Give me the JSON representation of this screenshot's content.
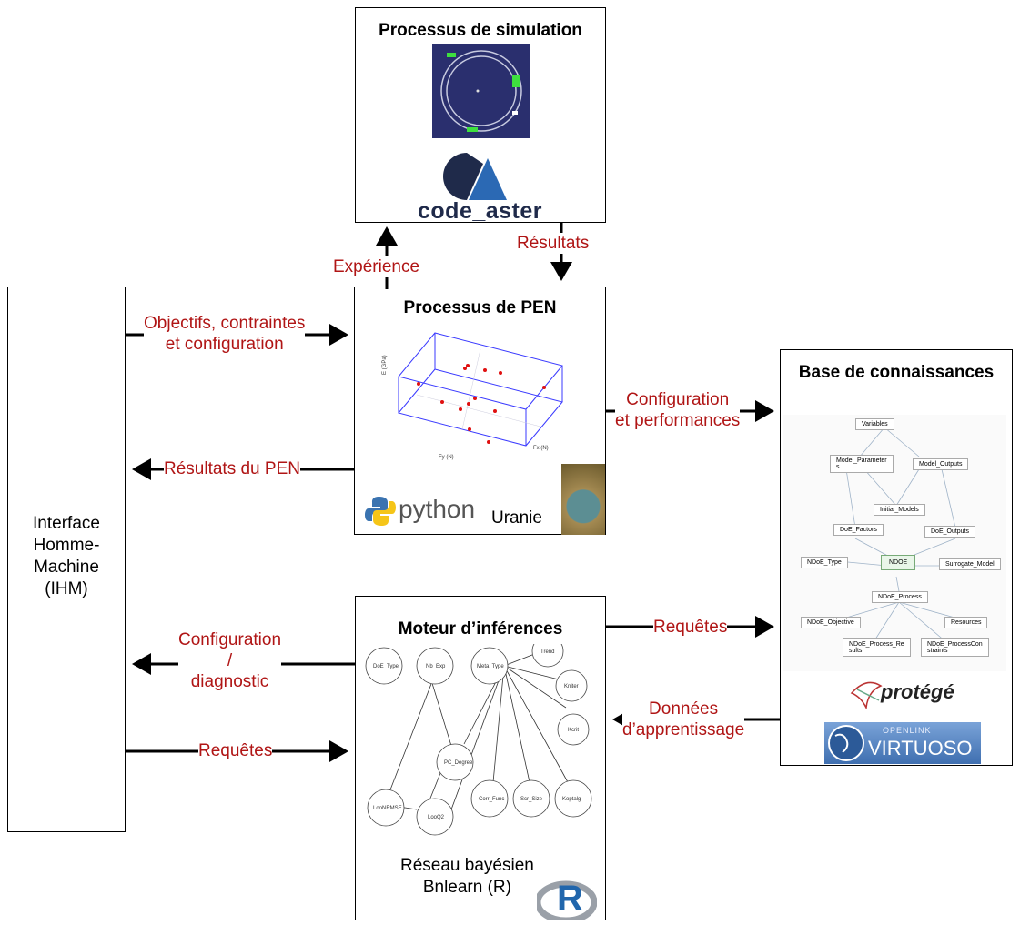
{
  "ihm": {
    "label": "Interface\nHomme-\nMachine\n(IHM)"
  },
  "simulation": {
    "title": "Processus de simulation",
    "logo": "code_aster"
  },
  "pen": {
    "title": "Processus de PEN",
    "python_logo": "python",
    "uranie": "Uranie"
  },
  "inference": {
    "title": "Moteur d’inférences",
    "caption": "Réseau bayésien\nBnlearn (R)",
    "r_logo": "R"
  },
  "kb": {
    "title": "Base de connaissances",
    "protege_logo": "protégé",
    "openlink": "OPENLINK",
    "virtuoso": "VIRTUOSO"
  },
  "arrows": {
    "experience": "Expérience",
    "resultats": "Résultats",
    "objectifs": "Objectifs, contraintes\net configuration",
    "resultats_pen": "Résultats du PEN",
    "config_perf": "Configuration\net performances",
    "config_diag": "Configuration\n/\ndiagnostic",
    "requetes_left": "Requêtes",
    "requetes_right": "Requêtes",
    "donnees": "Données\nd’apprentissage"
  },
  "ontology_nodes": [
    "Variables",
    "Model_Parameter\ns",
    "Model_Outputs",
    "Initial_Models",
    "DoE_Factors",
    "DoE_Outputs",
    "NDoE_Type",
    "NDOE",
    "Surrogate_Model",
    "NDoE_Process",
    "NDoE_Objective",
    "Resources",
    "NDoE_Process_Re\nsults",
    "NDoE_ProcessCon\nstraints"
  ],
  "bn_nodes": [
    "DoE_Type",
    "Nb_Exp",
    "Meta_Type",
    "Trend",
    "Kniter",
    "Kcrit",
    "PC_Degree",
    "Corr_Func",
    "Scr_Size",
    "Koptalg",
    "LooNRMSE",
    "LooQ2"
  ],
  "plot_axes": {
    "z": "E (GPa)",
    "x": "Fy (N)",
    "y": "Fx (N)"
  },
  "colors": {
    "label_red": "#b01515",
    "aster_blue": "#2b69b4",
    "aster_navy": "#1f2a4a"
  }
}
